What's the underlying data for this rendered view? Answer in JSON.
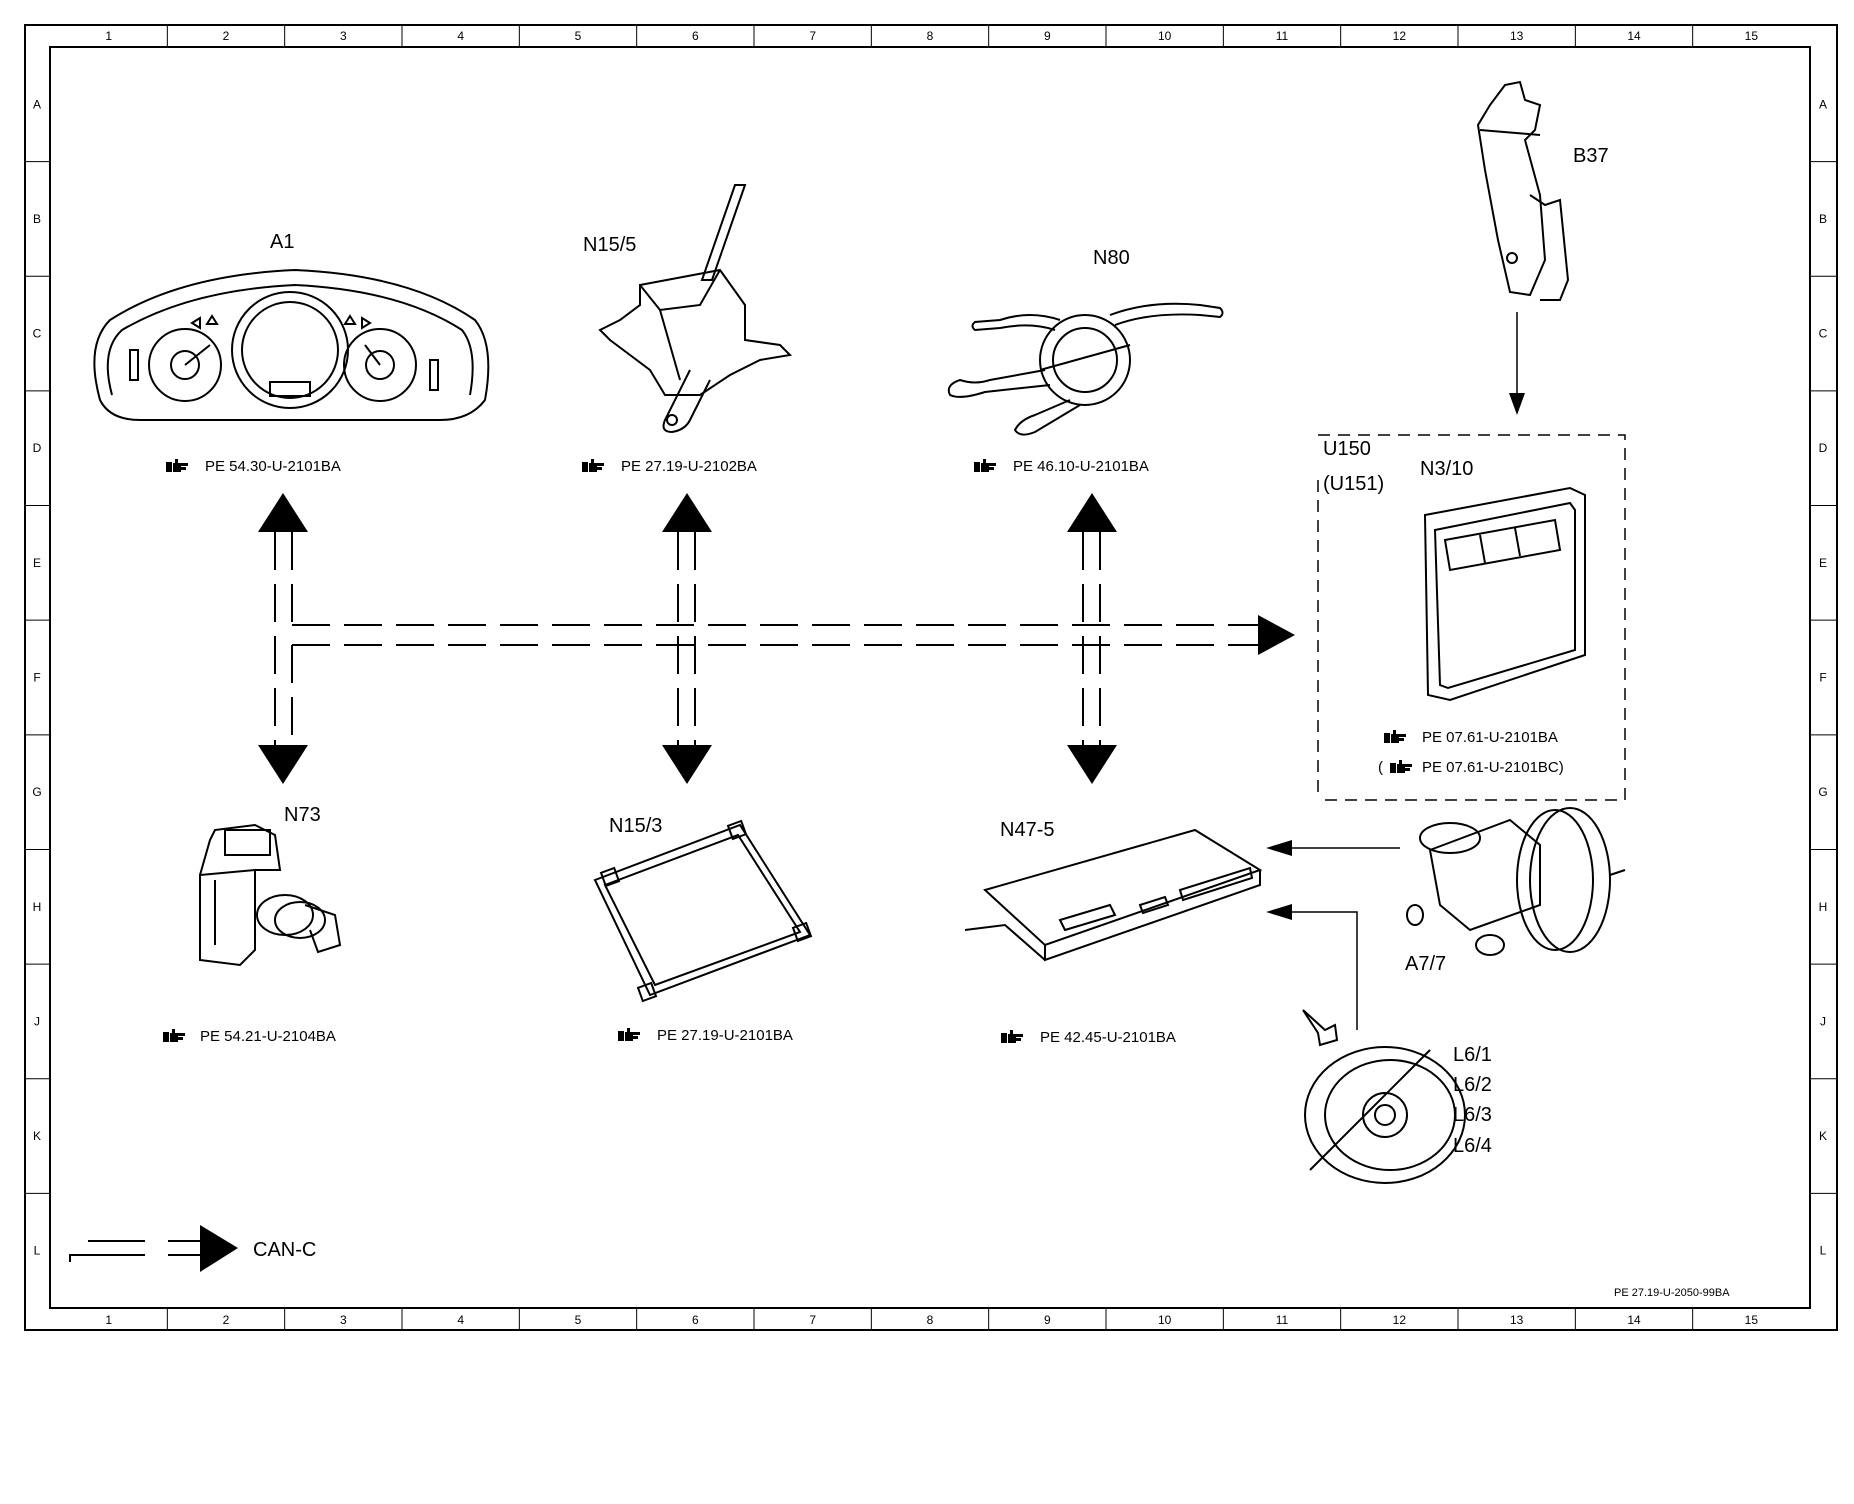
{
  "grid": {
    "columns": [
      "1",
      "2",
      "3",
      "4",
      "5",
      "6",
      "7",
      "8",
      "9",
      "10",
      "11",
      "12",
      "13",
      "14",
      "15"
    ],
    "rows": [
      "A",
      "B",
      "C",
      "D",
      "E",
      "F",
      "G",
      "H",
      "J",
      "K",
      "L"
    ]
  },
  "components": {
    "a1": {
      "label": "A1",
      "ref": "PE 54.30-U-2101BA"
    },
    "n15_5": {
      "label": "N15/5",
      "ref": "PE 27.19-U-2102BA"
    },
    "n80": {
      "label": "N80",
      "ref": "PE 46.10-U-2101BA"
    },
    "b37": {
      "label": "B37"
    },
    "u150": {
      "label": "U150",
      "label_alt": "(U151)"
    },
    "n3_10": {
      "label": "N3/10",
      "ref": "PE 07.61-U-2101BA",
      "ref_alt": "PE 07.61-U-2101BC)",
      "ref_alt_prefix": "("
    },
    "n73": {
      "label": "N73",
      "ref": "PE 54.21-U-2104BA"
    },
    "n15_3": {
      "label": "N15/3",
      "ref": "PE 27.19-U-2101BA"
    },
    "n47_5": {
      "label": "N47-5",
      "ref": "PE 42.45-U-2101BA"
    },
    "a7_7": {
      "label": "A7/7"
    },
    "l6": {
      "labels": [
        "L6/1",
        "L6/2",
        "L6/3",
        "L6/4"
      ]
    }
  },
  "legend": {
    "label": "CAN-C"
  },
  "document_id": "PE 27.19-U-2050-99BA",
  "icons": {
    "reference": "pointing-hand-icon"
  }
}
